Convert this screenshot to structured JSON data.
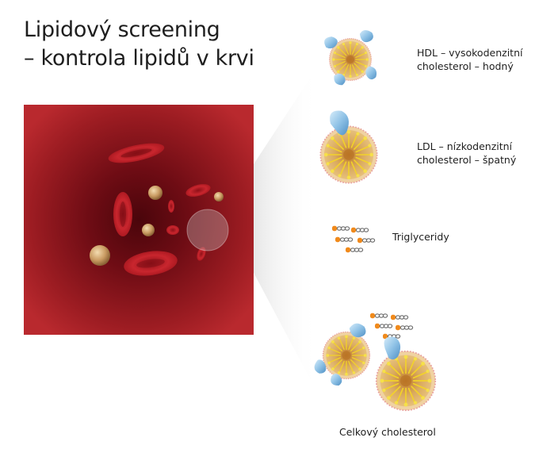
{
  "title": {
    "line1": "Lipidový screening",
    "line2": "– kontrola lipidů v krvi"
  },
  "labels": {
    "hdl": {
      "line1": "HDL – vysokodenzitní",
      "line2": "cholesterol – hodný"
    },
    "ldl": {
      "line1": "LDL – nízkodenzitní",
      "line2": "cholesterol – špatný"
    },
    "triglycerides": "Triglyceridy",
    "total": "Celkový cholesterol"
  },
  "colors": {
    "vessel_dark": "#5a0a10",
    "vessel_light": "#b8262c",
    "cell_red": "#c0232b",
    "particle_core": "#d4a35a",
    "apoprotein_blue": "#8fc2e6",
    "triglyceride_orange": "#f08a1c",
    "spike_yellow": "#f2d22a"
  }
}
